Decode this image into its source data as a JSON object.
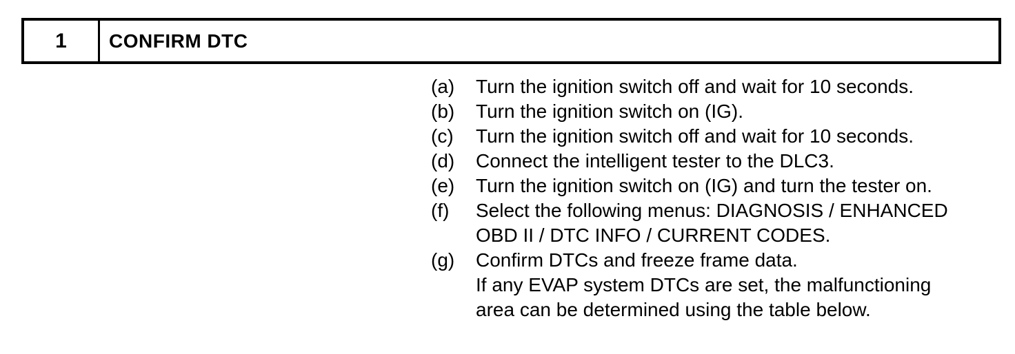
{
  "header": {
    "number": "1",
    "title": "CONFIRM DTC"
  },
  "steps": [
    {
      "label": "(a)",
      "text": "Turn the ignition switch off and wait for 10 seconds."
    },
    {
      "label": "(b)",
      "text": "Turn the ignition switch on (IG)."
    },
    {
      "label": "(c)",
      "text": "Turn the ignition switch off and wait for 10 seconds."
    },
    {
      "label": "(d)",
      "text": "Connect the intelligent tester to the DLC3."
    },
    {
      "label": "(e)",
      "text": "Turn the ignition switch on (IG) and turn the tester on."
    },
    {
      "label": "(f)",
      "text": "Select the following menus: DIAGNOSIS / ENHANCED\nOBD II / DTC INFO / CURRENT CODES."
    },
    {
      "label": "(g)",
      "text": "Confirm DTCs and freeze frame data.\nIf any EVAP system DTCs are set, the malfunctioning\narea can be determined using the table below."
    }
  ],
  "colors": {
    "text": "#000000",
    "background": "#ffffff",
    "border": "#000000"
  }
}
